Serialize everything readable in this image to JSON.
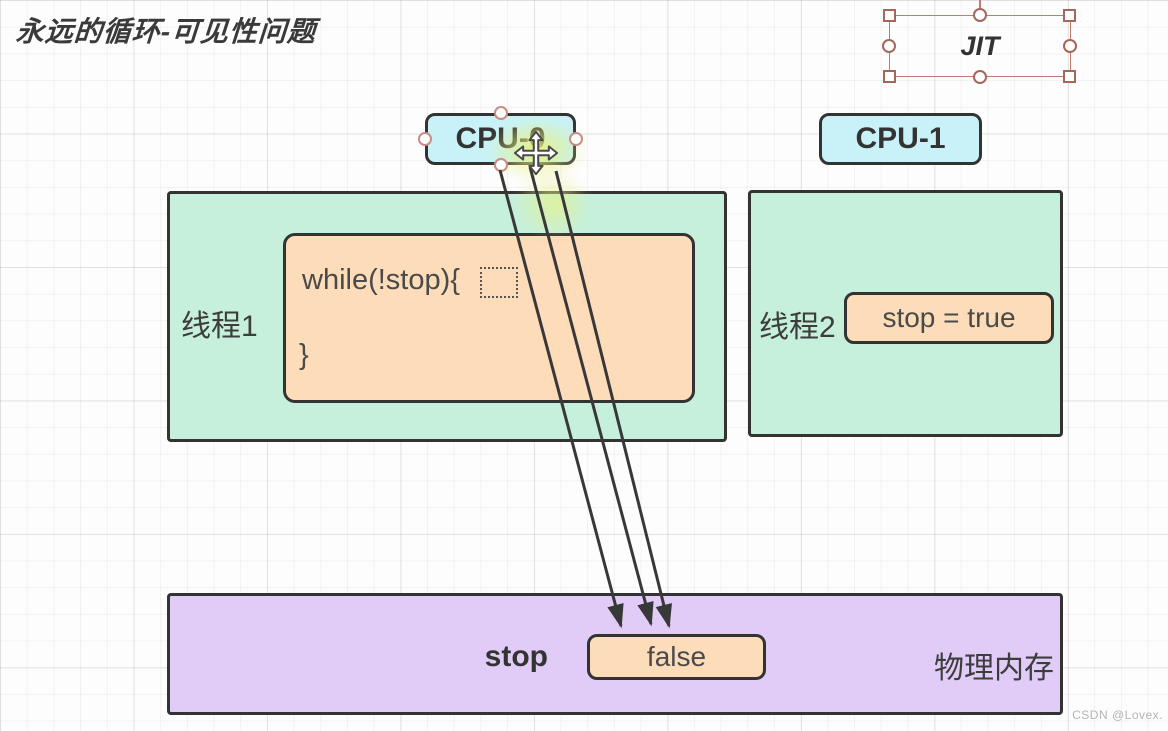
{
  "title": "永远的循环-可见性问题",
  "jit": {
    "label": "JIT"
  },
  "cpus": {
    "cpu0": "CPU-0",
    "cpu1": "CPU-1"
  },
  "thread1": {
    "label": "线程1",
    "code_line1": "while(!stop){",
    "code_line2": "}"
  },
  "thread2": {
    "label": "线程2",
    "statement": "stop = true"
  },
  "memory": {
    "var_name": "stop",
    "var_value": "false",
    "label": "物理内存"
  },
  "watermark": "CSDN @Lovex.",
  "colors": {
    "cpu_fill": "#c9f2f8",
    "thread_fill": "#c6f0dc",
    "code_fill": "#fcdcb9",
    "memory_fill": "#e1ccf7",
    "shape_border": "#333333",
    "arrow": "#383838",
    "selection": "#c07b70",
    "glow_highlight": "#e8f078"
  }
}
